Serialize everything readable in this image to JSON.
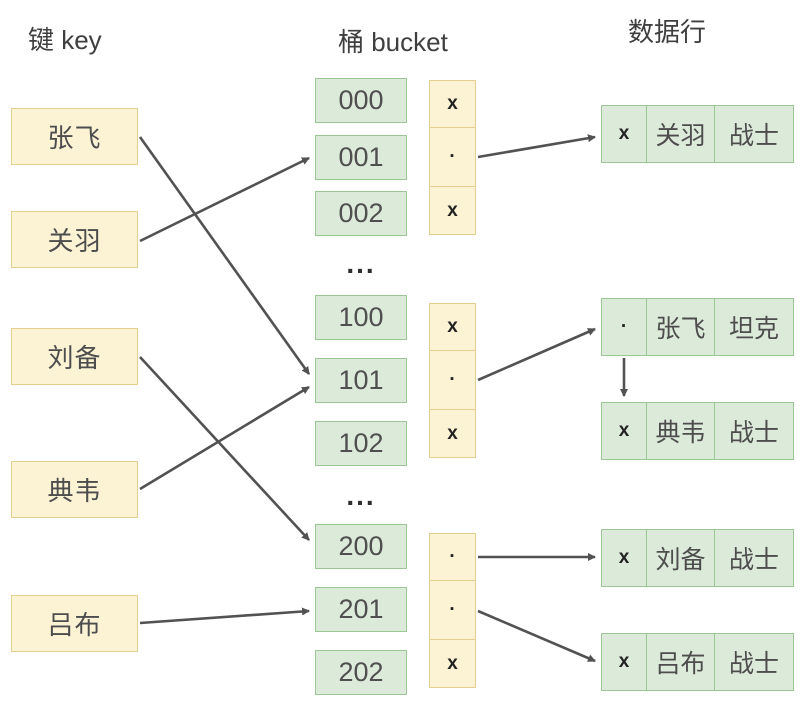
{
  "headers": {
    "key": "键 key",
    "bucket": "桶 bucket",
    "rows": "数据行"
  },
  "keys": [
    "张飞",
    "关羽",
    "刘备",
    "典韦",
    "吕布"
  ],
  "buckets": [
    "000",
    "001",
    "002",
    "100",
    "101",
    "102",
    "200",
    "201",
    "202"
  ],
  "ellipsis": "...",
  "slot_stacks": [
    {
      "cells": [
        "x",
        "·",
        "x"
      ]
    },
    {
      "cells": [
        "x",
        "·",
        "x"
      ]
    },
    {
      "cells": [
        "·",
        "·",
        "x"
      ]
    }
  ],
  "data_rows": [
    {
      "flag": "x",
      "name": "关羽",
      "role": "战士"
    },
    {
      "flag": "·",
      "name": "张飞",
      "role": "坦克"
    },
    {
      "flag": "x",
      "name": "典韦",
      "role": "战士"
    },
    {
      "flag": "x",
      "name": "刘备",
      "role": "战士"
    },
    {
      "flag": "x",
      "name": "吕布",
      "role": "战士"
    }
  ],
  "colors": {
    "key_fill": "#fcf3d5",
    "key_border": "#e4ce90",
    "bucket_fill": "#dcebd9",
    "bucket_border": "#9bc795",
    "arrow": "#525252",
    "text": "#4d4d4d"
  }
}
